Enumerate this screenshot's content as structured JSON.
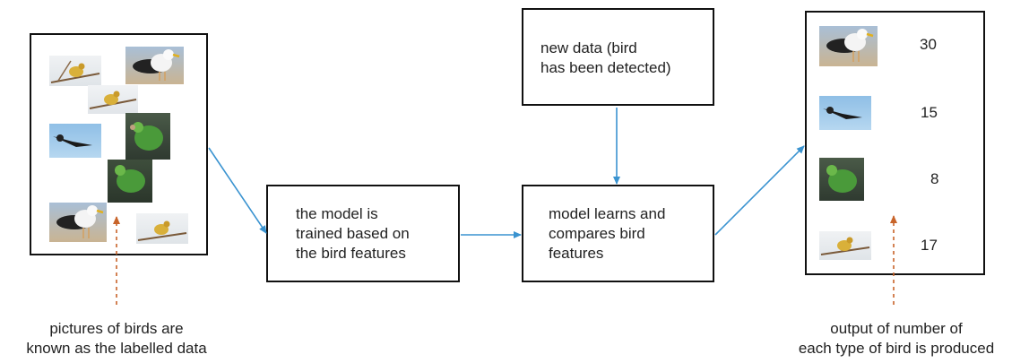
{
  "boxes": {
    "trained": "the model is\ntrained based on\nthe bird features",
    "learns": "model learns and\ncompares bird\nfeatures",
    "new_data": "new data (bird\nhas been detected)"
  },
  "captions": {
    "labelled": "pictures of birds are\nknown as the labelled data",
    "output": "output of number of\neach type of bird is produced"
  },
  "output_counts": [
    "30",
    "15",
    "8",
    "17"
  ],
  "colors": {
    "flow_arrow": "#3a93d0",
    "pointer_arrow": "#c8642a",
    "box_border": "#111111"
  }
}
